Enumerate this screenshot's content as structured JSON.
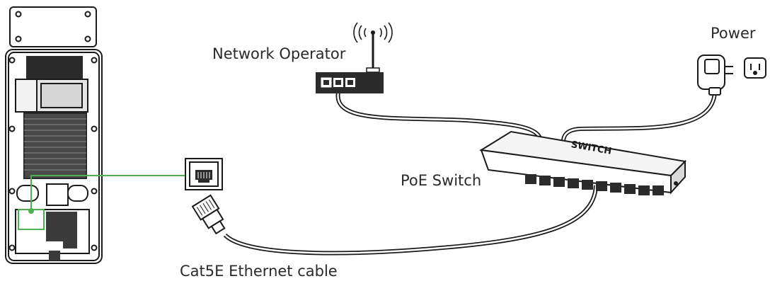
{
  "labels": {
    "network_operator": "Network Operator",
    "power": "Power",
    "poe_switch": "PoE Switch",
    "cable": "Cat5E Ethernet cable",
    "switch_text": "SWITCH"
  },
  "colors": {
    "line": "#1a1a1a",
    "highlight": "#4caf50",
    "device_dark": "#2b2b2b",
    "device_mid": "#d9d9d9"
  }
}
